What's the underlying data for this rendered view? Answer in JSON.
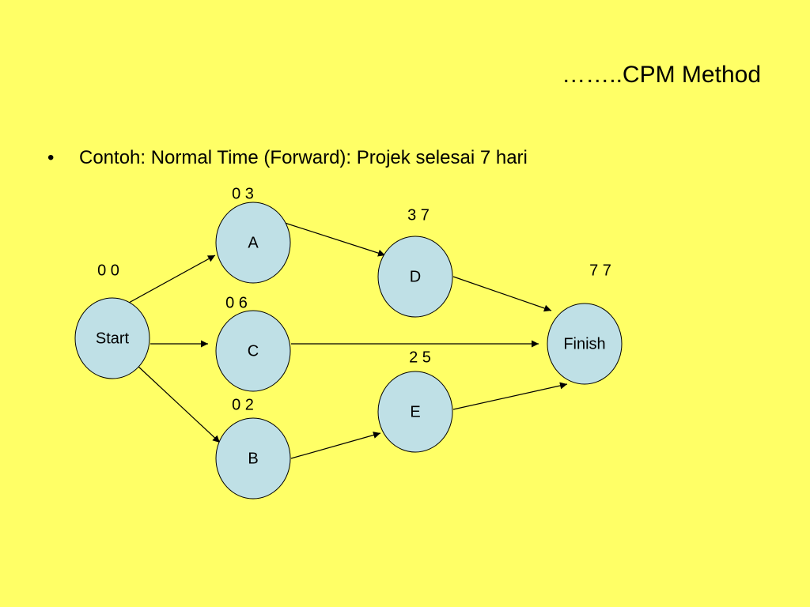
{
  "slide": {
    "title": "……..CPM Method",
    "bullet_marker": "•",
    "bullet_text": "Contoh: Normal Time (Forward): Projek selesai 7 hari"
  },
  "diagram": {
    "nodes": [
      {
        "id": "start",
        "label": "Start",
        "times": "0 0"
      },
      {
        "id": "a",
        "label": "A",
        "times": "0 3"
      },
      {
        "id": "c",
        "label": "C",
        "times": "0 6"
      },
      {
        "id": "b",
        "label": "B",
        "times": "0 2"
      },
      {
        "id": "d",
        "label": "D",
        "times": "3 7"
      },
      {
        "id": "e",
        "label": "E",
        "times": "2 5"
      },
      {
        "id": "finish",
        "label": "Finish",
        "times": "7 7"
      }
    ],
    "edges": [
      {
        "from": "start",
        "to": "a"
      },
      {
        "from": "start",
        "to": "c"
      },
      {
        "from": "start",
        "to": "b"
      },
      {
        "from": "a",
        "to": "d"
      },
      {
        "from": "b",
        "to": "e"
      },
      {
        "from": "c",
        "to": "finish"
      },
      {
        "from": "d",
        "to": "finish"
      },
      {
        "from": "e",
        "to": "finish"
      }
    ]
  }
}
